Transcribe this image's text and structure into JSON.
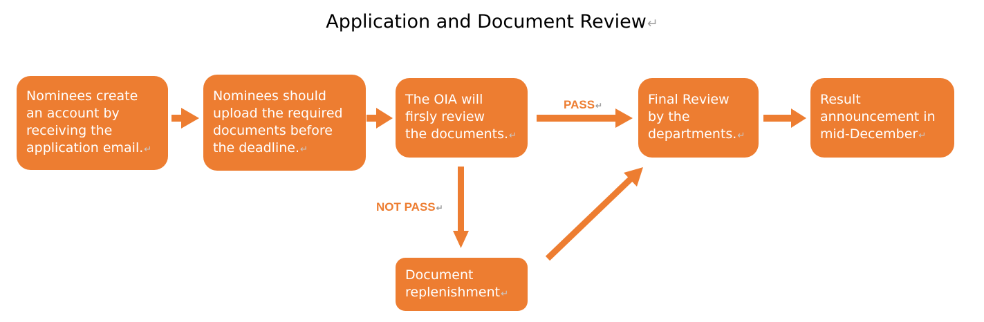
{
  "title": "Application and Document Review",
  "paragraph_mark": "↵",
  "colors": {
    "box_fill": "#ED7D31",
    "box_text": "#FFFFFF",
    "label": "#ED7D31",
    "title": "#000000"
  },
  "steps": [
    {
      "id": "create-account",
      "text": "Nominees create\nan account by\nreceiving the\napplication email."
    },
    {
      "id": "upload-documents",
      "text": "Nominees should\nupload the required\ndocuments before\nthe deadline."
    },
    {
      "id": "oia-review",
      "text": "The OIA will\nfirsly review\nthe documents."
    },
    {
      "id": "final-review",
      "text": "Final Review\nby the\ndepartments."
    },
    {
      "id": "result-announcement",
      "text": "Result\nannouncement in\nmid-December"
    },
    {
      "id": "document-replenishment",
      "text": "Document\nreplenishment"
    }
  ],
  "labels": {
    "pass": "PASS",
    "not_pass": "NOT PASS"
  },
  "connections": [
    {
      "from": "create-account",
      "to": "upload-documents"
    },
    {
      "from": "upload-documents",
      "to": "oia-review"
    },
    {
      "from": "oia-review",
      "to": "final-review",
      "label": "PASS"
    },
    {
      "from": "oia-review",
      "to": "document-replenishment",
      "label": "NOT PASS"
    },
    {
      "from": "document-replenishment",
      "to": "final-review"
    },
    {
      "from": "final-review",
      "to": "result-announcement"
    }
  ]
}
